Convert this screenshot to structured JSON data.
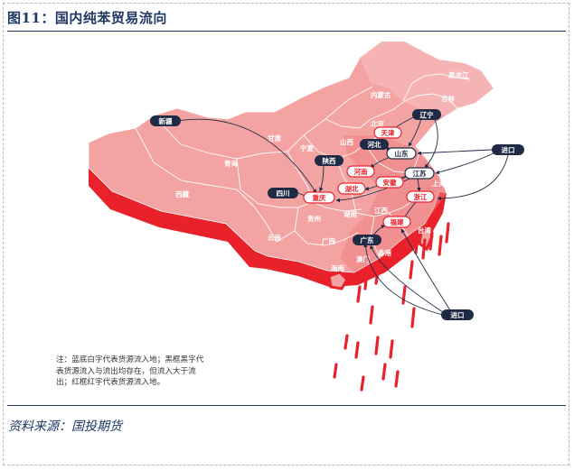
{
  "title": "图11：国内纯苯贸易流向",
  "source": "资料来源：国投期货",
  "note": "注：蓝底白字代表货源流入地；黑框黑字代表货源流入与流出均存在，但流入大于流出；红框红字代表货源流入地。",
  "palette": {
    "land": "#f4a3a3",
    "land_dark": "#e96868",
    "wall": "#e8212a",
    "navy": "#1f2a44",
    "red": "#e8212a",
    "arrow": "#1f2a44"
  },
  "map_labels": [
    "黑龙江",
    "吉林",
    "内蒙古",
    "北京",
    "天津",
    "辽宁",
    "河北",
    "山西",
    "宁夏",
    "甘肃",
    "青海",
    "西藏",
    "山东",
    "江苏",
    "上海",
    "安徽",
    "浙江",
    "江西",
    "福建",
    "湖北",
    "湖南",
    "贵州",
    "云南",
    "广西",
    "广东",
    "海南",
    "台湾",
    "香港",
    "澳门",
    "重庆",
    "四川"
  ],
  "nodes": {
    "xinjiang": "新疆",
    "sichuan": "四川",
    "shaanxi": "陕西",
    "hebei": "河北",
    "liaoning": "辽宁",
    "guangdong": "广东",
    "import_east": "进口",
    "import_south": "进口",
    "tianjin": "天津",
    "shandong": "山东",
    "jiangsu": "江苏",
    "henan": "河南",
    "anhui": "安徽",
    "hubei": "湖北",
    "chongqing": "重庆",
    "zhejiang": "浙江",
    "fujian": "福建"
  }
}
